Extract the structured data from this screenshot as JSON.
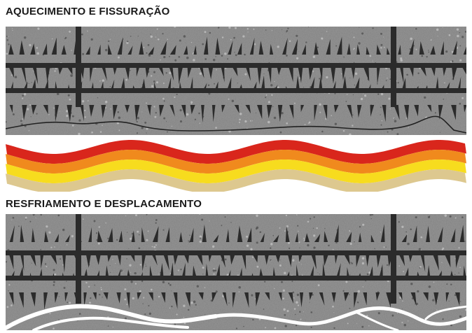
{
  "headings": {
    "heating": "AQUECIMENTO E FISSURAÇÃO",
    "cooling": "RESFRIAMENTO E DESPLACAMENTO"
  },
  "colors": {
    "concrete": "#8f8f8f",
    "concrete_speckle_dark": "#4a4a4a",
    "concrete_speckle_light": "#c9c9c9",
    "rebar": "#2b2b2b",
    "heat_red": "#d9261c",
    "heat_orange": "#f08a1d",
    "heat_yellow": "#f7dc1e",
    "heat_tan": "#ddc88f",
    "spall_crack": "#ffffff"
  },
  "icons": {
    "heat": "heat-wave-bands",
    "cracks": "crack-marks",
    "rebar": "reinforcement-bars"
  }
}
